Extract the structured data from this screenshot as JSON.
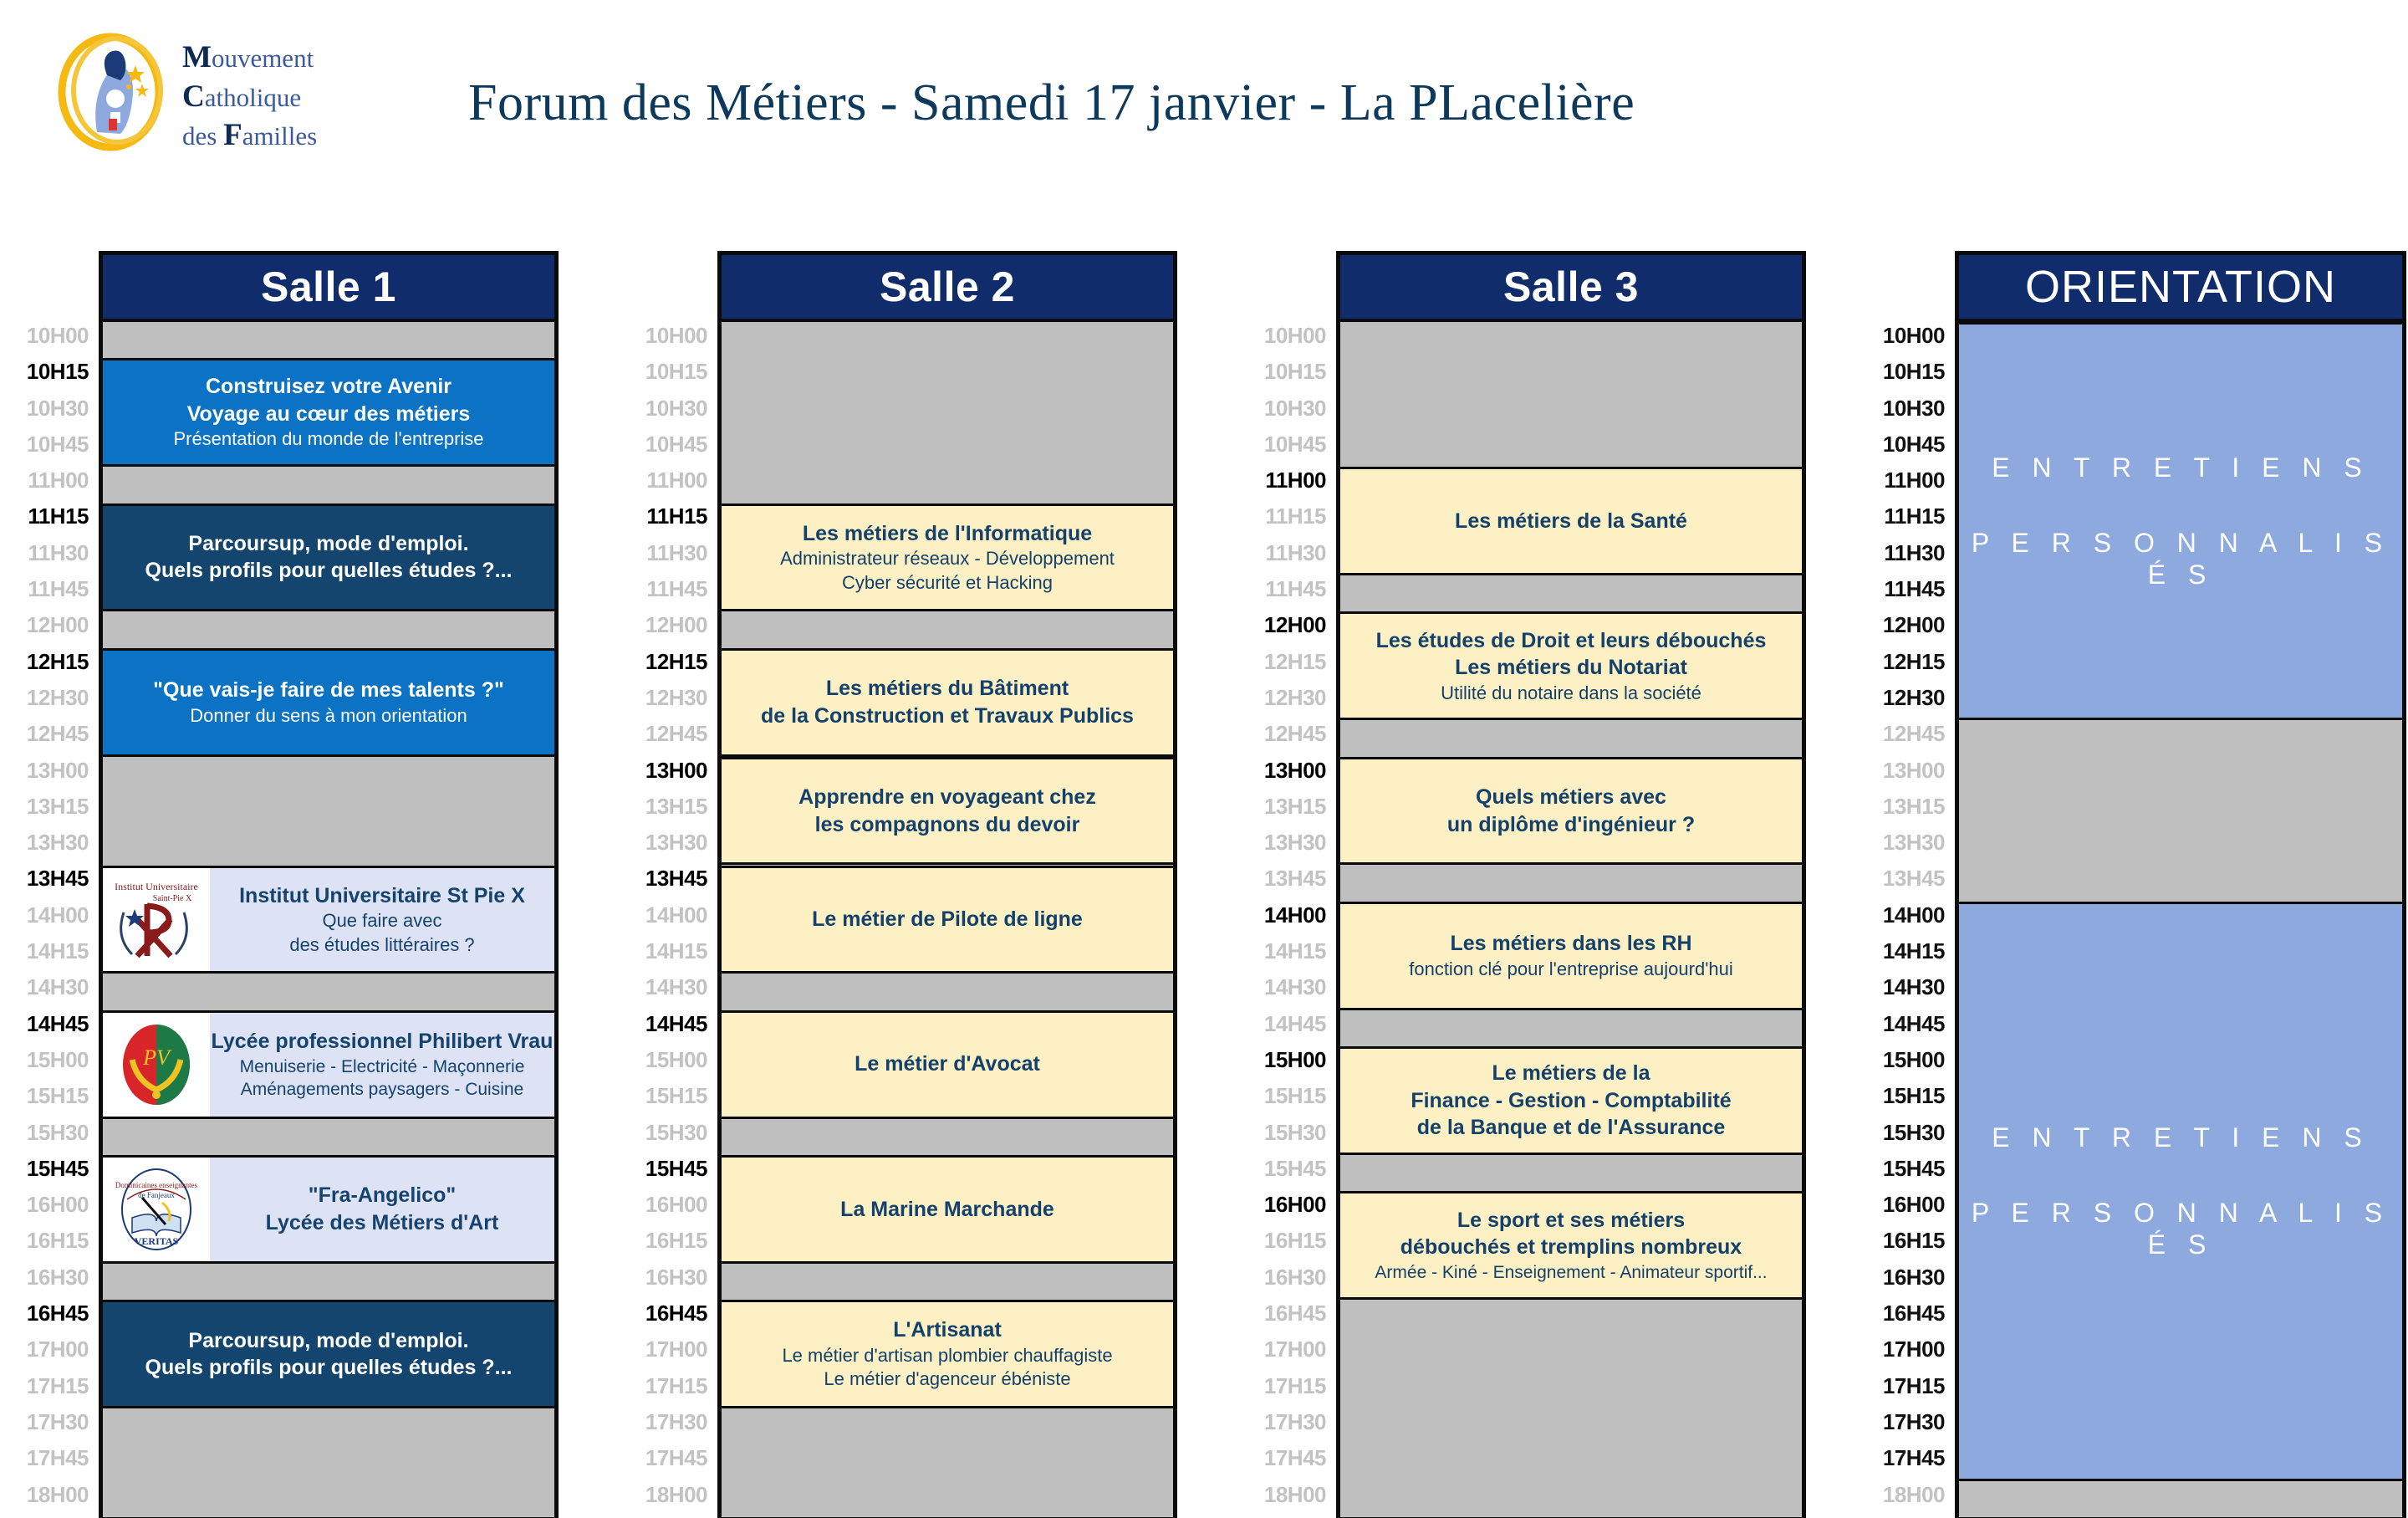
{
  "header": {
    "title": "Forum des Métiers - Samedi 17 janvier - La PLacelière",
    "logo": {
      "line1_cap": "M",
      "line1_rest": "ouvement",
      "line2_cap": "C",
      "line2_rest": "atholique",
      "line3_pre": "des ",
      "line3_cap": "F",
      "line3_rest": "amilles"
    }
  },
  "times": [
    "10H00",
    "10H15",
    "10H30",
    "10H45",
    "11H00",
    "11H15",
    "11H30",
    "11H45",
    "12H00",
    "12H15",
    "12H30",
    "12H45",
    "13H00",
    "13H15",
    "13H30",
    "13H45",
    "14H00",
    "14H15",
    "14H30",
    "14H45",
    "15H00",
    "15H15",
    "15H30",
    "15H45",
    "16H00",
    "16H15",
    "16H30",
    "16H45",
    "17H00",
    "17H15",
    "17H30",
    "17H45",
    "18H00"
  ],
  "columns": [
    {
      "id": "salle-1",
      "header": "Salle 1",
      "highlight_times": [
        "10H15",
        "11H15",
        "12H15",
        "13H45",
        "14H45",
        "15H45",
        "16H45"
      ],
      "cells": [
        {
          "start": 0,
          "span": 1,
          "kind": "free"
        },
        {
          "start": 1,
          "span": 3,
          "kind": "blue-bright",
          "lines": [
            {
              "text": "Construisez votre Avenir",
              "cls": "l1"
            },
            {
              "text": "Voyage au cœur des métiers",
              "cls": "l2"
            },
            {
              "text": "Présentation du monde de l'entreprise",
              "cls": "l3"
            }
          ]
        },
        {
          "start": 4,
          "span": 1,
          "kind": "free"
        },
        {
          "start": 5,
          "span": 3,
          "kind": "blue-dark",
          "lines": [
            {
              "text": "Parcoursup, mode d'emploi.",
              "cls": "l1"
            },
            {
              "text": "Quels profils pour quelles études ?...",
              "cls": "l2"
            }
          ]
        },
        {
          "start": 8,
          "span": 1,
          "kind": "free"
        },
        {
          "start": 9,
          "span": 3,
          "kind": "blue-bright",
          "lines": [
            {
              "text": "\"Que vais-je faire de mes talents ?\"",
              "cls": "l1"
            },
            {
              "text": "Donner du sens à mon orientation",
              "cls": "l3"
            }
          ]
        },
        {
          "start": 12,
          "span": 3,
          "kind": "free"
        },
        {
          "start": 15,
          "span": 3,
          "kind": "lav",
          "logo": "institut-st-pie-x-logo",
          "lines": [
            {
              "text": "Institut Universitaire St Pie X",
              "cls": "l1"
            },
            {
              "text": "Que faire avec",
              "cls": "l3"
            },
            {
              "text": "des études littéraires ?",
              "cls": "l3"
            }
          ]
        },
        {
          "start": 18,
          "span": 1,
          "kind": "free"
        },
        {
          "start": 19,
          "span": 3,
          "kind": "lav",
          "logo": "philibert-vrau-logo",
          "lines": [
            {
              "text": "Lycée professionnel Philibert Vrau",
              "cls": "l1"
            },
            {
              "text": "Menuiserie - Electricité - Maçonnerie",
              "cls": "small"
            },
            {
              "text": "Aménagements paysagers - Cuisine",
              "cls": "small"
            }
          ]
        },
        {
          "start": 22,
          "span": 1,
          "kind": "free"
        },
        {
          "start": 23,
          "span": 3,
          "kind": "lav",
          "logo": "fra-angelico-logo",
          "lines": [
            {
              "text": "\"Fra-Angelico\"",
              "cls": "l1"
            },
            {
              "text": "Lycée des Métiers d'Art",
              "cls": "l2"
            }
          ]
        },
        {
          "start": 26,
          "span": 1,
          "kind": "free"
        },
        {
          "start": 27,
          "span": 3,
          "kind": "blue-dark",
          "lines": [
            {
              "text": "Parcoursup, mode d'emploi.",
              "cls": "l1"
            },
            {
              "text": "Quels profils pour quelles études ?...",
              "cls": "l2"
            }
          ]
        },
        {
          "start": 30,
          "span": 3,
          "kind": "free"
        }
      ]
    },
    {
      "id": "salle-2",
      "header": "Salle 2",
      "highlight_times": [
        "11H15",
        "12H15",
        "13H00",
        "13H45",
        "14H45",
        "15H45",
        "16H45"
      ],
      "cells": [
        {
          "start": 0,
          "span": 5,
          "kind": "free"
        },
        {
          "start": 5,
          "span": 3,
          "kind": "cream",
          "lines": [
            {
              "text": "Les métiers de l'Informatique",
              "cls": "l1"
            },
            {
              "text": "Administrateur réseaux - Développement",
              "cls": "l3"
            },
            {
              "text": "Cyber sécurité et Hacking",
              "cls": "l3"
            }
          ]
        },
        {
          "start": 8,
          "span": 1,
          "kind": "free"
        },
        {
          "start": 9,
          "span": 3,
          "kind": "cream",
          "lines": [
            {
              "text": "Les métiers du Bâtiment",
              "cls": "l1"
            },
            {
              "text": "de la Construction et Travaux Publics",
              "cls": "l2"
            }
          ]
        },
        {
          "start": 12,
          "span": 3,
          "kind": "cream",
          "lines": [
            {
              "text": "Apprendre en voyageant chez",
              "cls": "l1"
            },
            {
              "text": "les compagnons du devoir",
              "cls": "l2"
            }
          ]
        },
        {
          "start": 15,
          "span": 3,
          "kind": "cream",
          "lines": [
            {
              "text": "Le métier de Pilote de ligne",
              "cls": "l1"
            }
          ]
        },
        {
          "start": 18,
          "span": 1,
          "kind": "free"
        },
        {
          "start": 19,
          "span": 3,
          "kind": "cream",
          "lines": [
            {
              "text": "Le métier d'Avocat",
              "cls": "l1"
            }
          ]
        },
        {
          "start": 22,
          "span": 1,
          "kind": "free"
        },
        {
          "start": 23,
          "span": 3,
          "kind": "cream",
          "lines": [
            {
              "text": "La Marine Marchande",
              "cls": "l1"
            }
          ]
        },
        {
          "start": 26,
          "span": 1,
          "kind": "free"
        },
        {
          "start": 27,
          "span": 3,
          "kind": "cream",
          "lines": [
            {
              "text": "L'Artisanat",
              "cls": "l1"
            },
            {
              "text": "Le métier d'artisan plombier chauffagiste",
              "cls": "l3"
            },
            {
              "text": "Le métier d'agenceur ébéniste",
              "cls": "l3"
            }
          ]
        },
        {
          "start": 30,
          "span": 3,
          "kind": "free"
        }
      ]
    },
    {
      "id": "salle-3",
      "header": "Salle 3",
      "highlight_times": [
        "11H00",
        "12H00",
        "13H00",
        "14H00",
        "15H00",
        "16H00"
      ],
      "cells": [
        {
          "start": 0,
          "span": 4,
          "kind": "free"
        },
        {
          "start": 4,
          "span": 3,
          "kind": "cream",
          "lines": [
            {
              "text": "Les métiers de la Santé",
              "cls": "l1"
            }
          ]
        },
        {
          "start": 7,
          "span": 1,
          "kind": "free"
        },
        {
          "start": 8,
          "span": 3,
          "kind": "cream",
          "lines": [
            {
              "text": "Les études de Droit et leurs débouchés",
              "cls": "l1"
            },
            {
              "text": "Les métiers du Notariat",
              "cls": "l2"
            },
            {
              "text": "Utilité du notaire dans la société",
              "cls": "l3"
            }
          ]
        },
        {
          "start": 11,
          "span": 1,
          "kind": "free"
        },
        {
          "start": 12,
          "span": 3,
          "kind": "cream",
          "lines": [
            {
              "text": "Quels métiers avec",
              "cls": "l1"
            },
            {
              "text": "un diplôme d'ingénieur ?",
              "cls": "l2"
            }
          ]
        },
        {
          "start": 15,
          "span": 1,
          "kind": "free"
        },
        {
          "start": 16,
          "span": 3,
          "kind": "cream",
          "lines": [
            {
              "text": "Les métiers dans les RH",
              "cls": "l1"
            },
            {
              "text": "fonction clé pour l'entreprise aujourd'hui",
              "cls": "l3"
            }
          ]
        },
        {
          "start": 19,
          "span": 1,
          "kind": "free"
        },
        {
          "start": 20,
          "span": 3,
          "kind": "cream",
          "lines": [
            {
              "text": "Le métiers de la",
              "cls": "l1"
            },
            {
              "text": "Finance - Gestion - Comptabilité",
              "cls": "l2"
            },
            {
              "text": "de la Banque et de l'Assurance",
              "cls": "l2"
            }
          ]
        },
        {
          "start": 23,
          "span": 1,
          "kind": "free"
        },
        {
          "start": 24,
          "span": 3,
          "kind": "cream",
          "lines": [
            {
              "text": "Le sport et ses métiers",
              "cls": "l1"
            },
            {
              "text": "débouchés et tremplins nombreux",
              "cls": "l2"
            },
            {
              "text": "Armée - Kiné - Enseignement - Animateur sportif...",
              "cls": "small"
            }
          ]
        },
        {
          "start": 27,
          "span": 6,
          "kind": "free"
        }
      ]
    },
    {
      "id": "orientation",
      "header": "ORIENTATION",
      "header_style": "thin",
      "highlight_times": [
        "10H00",
        "10H15",
        "10H30",
        "10H45",
        "11H00",
        "11H15",
        "11H30",
        "11H45",
        "12H00",
        "12H15",
        "12H30",
        "14H00",
        "14H15",
        "14H30",
        "14H45",
        "15H00",
        "15H15",
        "15H30",
        "15H45",
        "16H00",
        "16H15",
        "16H30",
        "16H45",
        "17H00",
        "17H15",
        "17H30",
        "17H45"
      ],
      "cells": [
        {
          "start": 0,
          "span": 11,
          "kind": "periwinkle",
          "lines": [
            {
              "text": "E N T R E T I E N S",
              "cls": "orient-line"
            },
            {
              "text": "P E R S O N N A L I S É S",
              "cls": "orient-line"
            }
          ]
        },
        {
          "start": 11,
          "span": 5,
          "kind": "free"
        },
        {
          "start": 16,
          "span": 16,
          "kind": "periwinkle",
          "lines": [
            {
              "text": "E N T R E T I E N S",
              "cls": "orient-line"
            },
            {
              "text": "P E R S O N N A L I S É S",
              "cls": "orient-line"
            }
          ]
        },
        {
          "start": 32,
          "span": 1,
          "kind": "free"
        }
      ]
    }
  ]
}
